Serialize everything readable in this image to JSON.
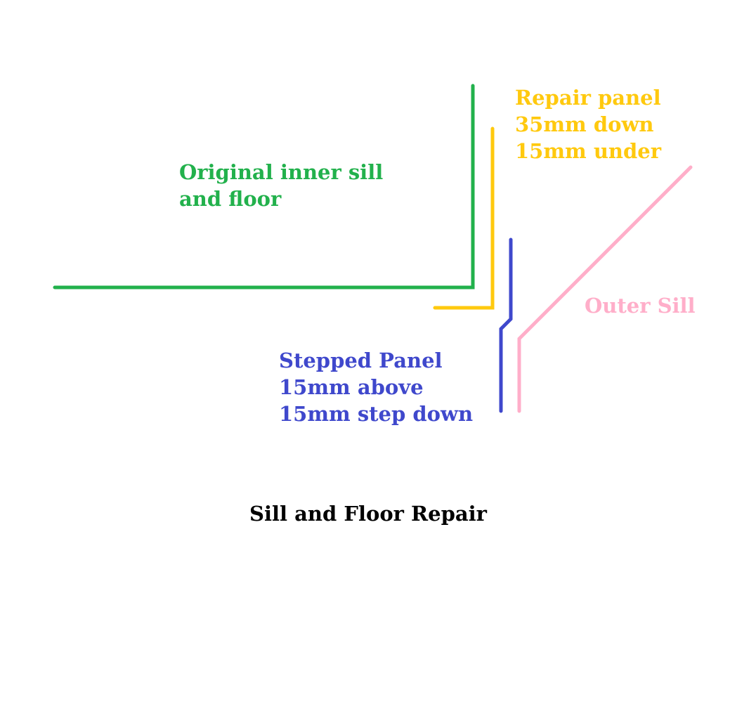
{
  "title": "Sill and Floor Repair",
  "components": {
    "original": {
      "lines": [
        "Original inner sill",
        "and floor"
      ],
      "color": "#22b14c"
    },
    "repair": {
      "lines": [
        "Repair panel",
        "35mm down",
        "15mm under"
      ],
      "color": "#ffc90e"
    },
    "outer": {
      "lines": [
        "Outer Sill"
      ],
      "color": "#ffaec9"
    },
    "stepped": {
      "lines": [
        "Stepped Panel",
        "15mm above",
        "15mm step down"
      ],
      "color": "#3f48cc"
    }
  }
}
